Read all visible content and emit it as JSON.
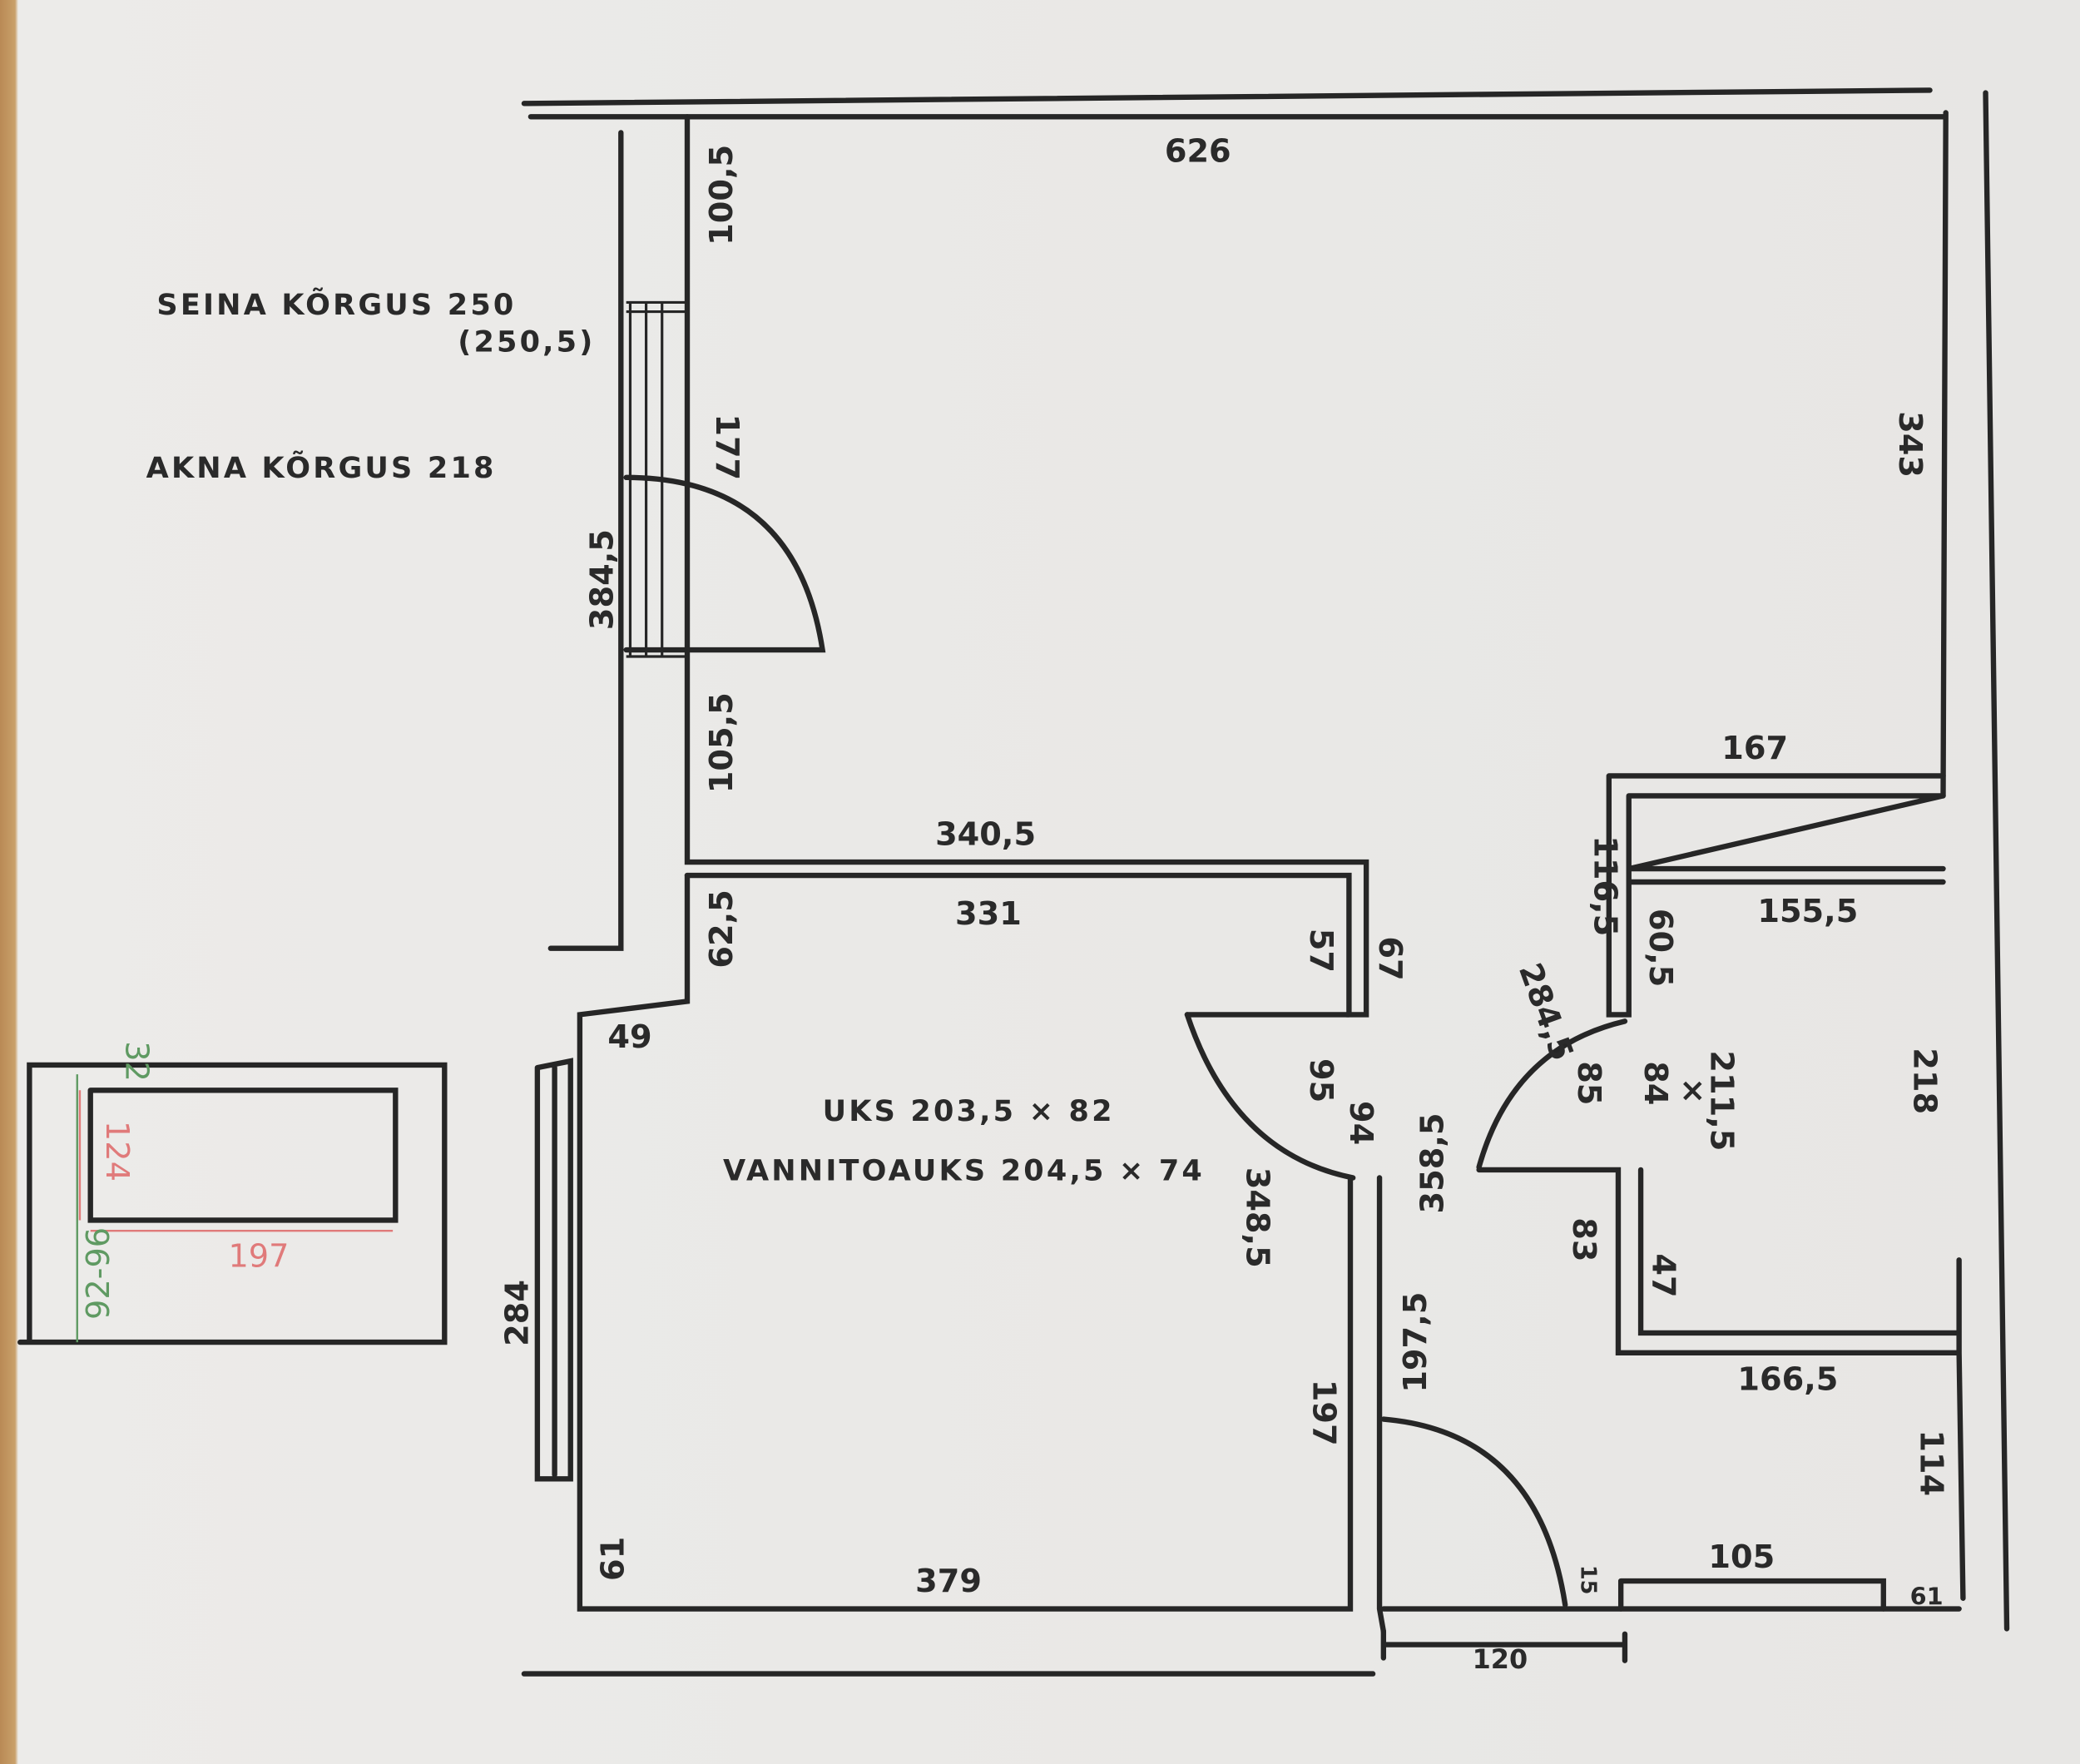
{
  "notes": {
    "wall_height": "SEINA KÕRGUS 250",
    "wall_height_alt": "(250,5)",
    "window_height": "AKNA KÕRGUS 218",
    "door": "UKS  203,5 × 82",
    "bath_door": "VANNITOAUKS 204,5 × 74"
  },
  "dims": {
    "d626": "626",
    "d343": "343",
    "d100_5": "100,5",
    "d177": "177",
    "d384_5": "384,5",
    "d105_5": "105,5",
    "d340_5": "340,5",
    "d331": "331",
    "d62_5": "62,5",
    "d57": "57",
    "d67": "67",
    "d49": "49",
    "d284": "284",
    "d61a": "61",
    "d379": "379",
    "d95": "95",
    "d94": "94",
    "d348_5": "348,5",
    "d358_5": "358,5",
    "d197": "197",
    "d197_5": "197,5",
    "d167": "167",
    "d116_5": "116,5",
    "d155_5": "155,5",
    "d60_5": "60,5",
    "d284_5": "284,5",
    "d85": "85",
    "d84": "84",
    "dx": "×",
    "d211_5": "211,5",
    "d218": "218",
    "d83": "83",
    "d47": "47",
    "d166_5": "166,5",
    "d114": "114",
    "d15": "15",
    "d105": "105",
    "d61b": "61",
    "d120": "120"
  },
  "inset": {
    "d32": "32",
    "d124": "124",
    "d197": "197",
    "d92_96": "92-96"
  },
  "colors": {
    "ink": "#262626",
    "red": "#e07a7a",
    "green": "#5f9a62"
  }
}
